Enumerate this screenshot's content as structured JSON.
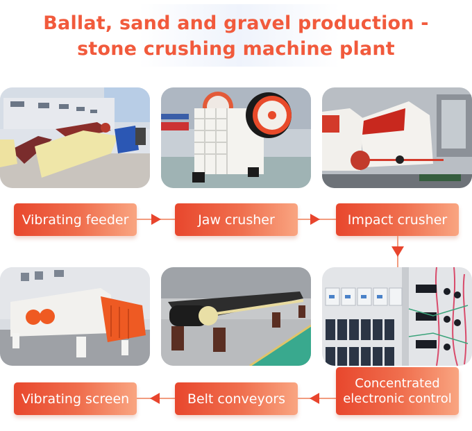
{
  "title": {
    "line1": "Ballat, sand and gravel production -",
    "line2": "stone crushing machine plant",
    "color": "#f15a3c"
  },
  "colors": {
    "box_gradient_start": "#e8472d",
    "box_gradient_end": "#f9a581",
    "arrow": "#e8452d",
    "connector": "#f29c7f"
  },
  "flow": {
    "steps": [
      {
        "label": "Vibrating feeder",
        "photo": "vibrating-feeder-photo"
      },
      {
        "label": "Jaw crusher",
        "photo": "jaw-crusher-photo"
      },
      {
        "label": "Impact crusher",
        "photo": "impact-crusher-photo"
      },
      {
        "label": "Concentrated electronic control",
        "line1": "Concentrated",
        "line2": "electronic control",
        "photo": "electric-control-cabinet-photo"
      },
      {
        "label": "Belt conveyors",
        "photo": "belt-conveyor-photo"
      },
      {
        "label": "Vibrating screen",
        "photo": "vibrating-screen-photo"
      }
    ],
    "arrows": [
      "right",
      "right",
      "down",
      "left",
      "left"
    ]
  }
}
